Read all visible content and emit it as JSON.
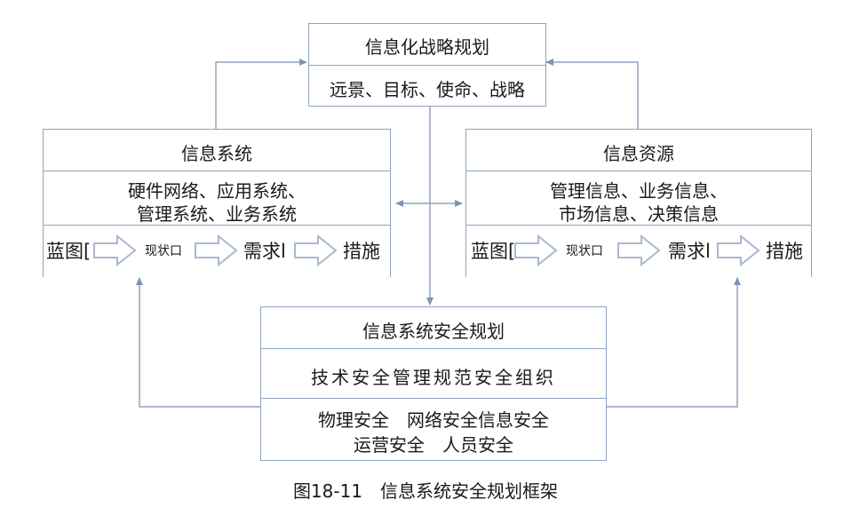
{
  "strategy": {
    "title": "信息化战略规划",
    "content": "远景、目标、使命、战略"
  },
  "info_system": {
    "title": "信息系统",
    "content_line1": "硬件网络、应用系统、",
    "content_line2": "管理系统、业务系统",
    "flow": [
      "蓝图[",
      "现状口",
      "需求l",
      "措施"
    ]
  },
  "info_resource": {
    "title": "信息资源",
    "content_line1": "管理信息、业务信息、",
    "content_line2": "市场信息、决策信息",
    "flow": [
      "蓝图[",
      "现状口",
      "需求l",
      "措施"
    ]
  },
  "security_plan": {
    "title": "信息系统安全规划",
    "row2": "技术安全管理规范安全组织",
    "row3_line1": "物理安全　网络安全信息安全",
    "row3_line2": "运营安全　人员安全"
  },
  "caption": "图18-11　信息系统安全规划框架",
  "colors": {
    "line": "#8fa3bf",
    "arrow": "#7f94b3",
    "hollow_arrow": "#a9b9cd"
  }
}
